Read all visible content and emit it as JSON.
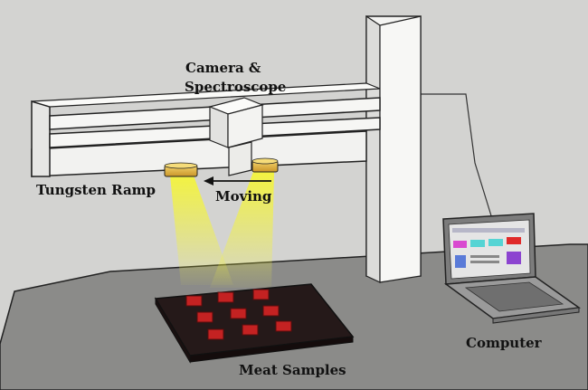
{
  "labels": {
    "camera_line1": "Camera &",
    "camera_line2": "Spectroscope",
    "tungsten": "Tungsten Ramp",
    "moving": "Moving",
    "computer": "Computer",
    "meat": "Meat Samples"
  },
  "colors": {
    "background": "#cfcfcd",
    "floor": "#8a8a88",
    "frame": "#f4f4f2",
    "lamp": "#e8c14a",
    "light_beam": "#f2f23a",
    "tray": "#241818",
    "meat_sample": "#c42222"
  },
  "icons": {
    "direction_arrow": "arrow-left-icon",
    "laptop": "laptop-icon"
  }
}
